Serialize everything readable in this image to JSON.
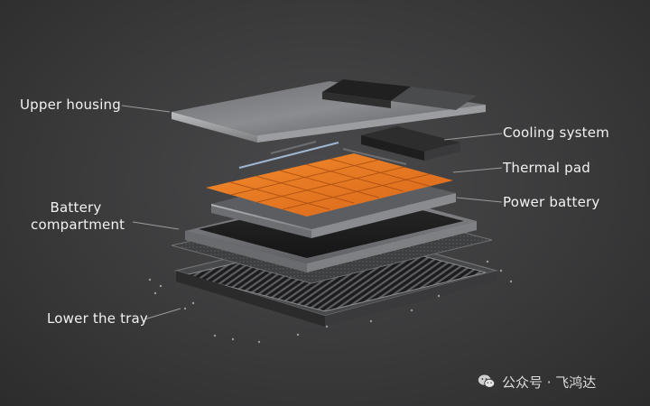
{
  "labels": {
    "upper_housing": "Upper housing",
    "cooling_system": "Cooling system",
    "thermal_pad": "Thermal pad",
    "power_battery": "Power battery",
    "battery_compartment_line1": "Battery",
    "battery_compartment_line2": "compartment",
    "lower_tray": "Lower the tray"
  },
  "watermark": {
    "icon": "wechat-icon",
    "text": "公众号 · 飞鸿达"
  },
  "colors": {
    "background": "#3a3a3b",
    "thermal_pad": "#e8761e",
    "cells": "#9a9c9f",
    "label_text": "#f2f2f2"
  }
}
